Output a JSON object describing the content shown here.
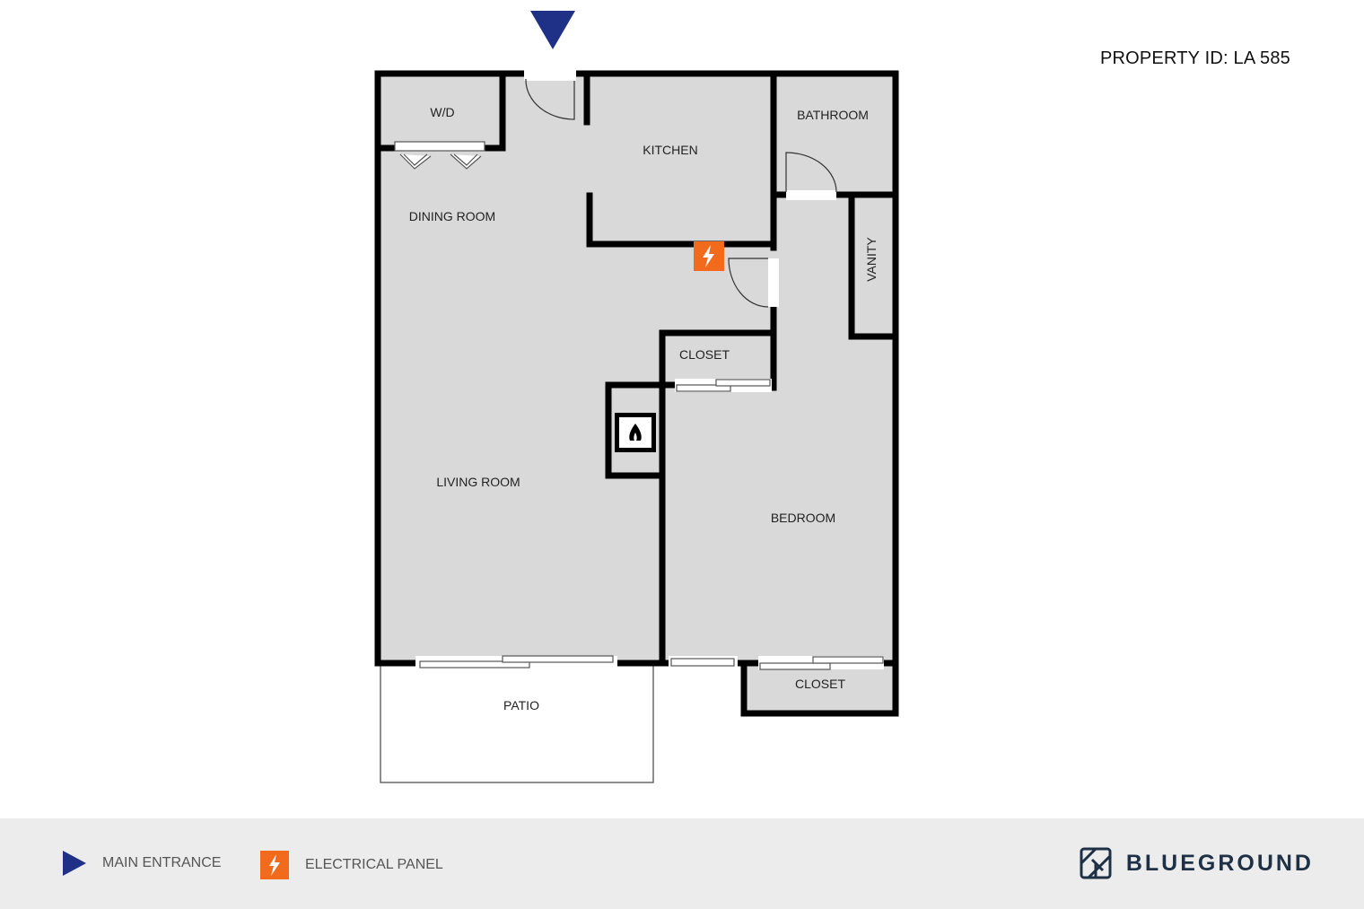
{
  "property_id": "PROPERTY ID: LA 585",
  "rooms": {
    "wd": "W/D",
    "kitchen": "KITCHEN",
    "bathroom": "BATHROOM",
    "dining_room": "DINING ROOM",
    "vanity": "VANITY",
    "closet_upper": "CLOSET",
    "living_room": "LIVING ROOM",
    "bedroom": "BEDROOM",
    "closet_lower": "CLOSET",
    "patio": "PATIO"
  },
  "legend": {
    "main_entrance": "MAIN ENTRANCE",
    "electrical_panel": "ELECTRICAL PANEL"
  },
  "brand": {
    "name": "BLUEGROUND"
  },
  "colors": {
    "entrance_marker": "#1f3186",
    "electrical_panel": "#f26a1b",
    "brand": "#1e3046",
    "floor": "#d9d9d9",
    "wall": "#000000"
  },
  "icons": {
    "entrance": "triangle-down-icon",
    "electrical_panel": "lightning-bolt-icon",
    "fireplace": "flame-icon",
    "brand_logo": "blueground-logo-icon"
  }
}
